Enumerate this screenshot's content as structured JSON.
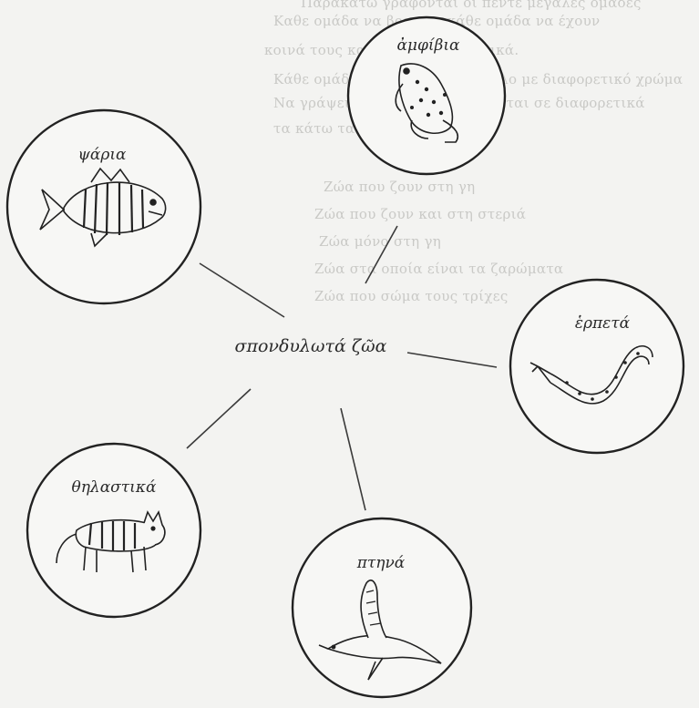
{
  "center_label": "σπονδυλωτά ζῶα",
  "groups": [
    {
      "id": "fish",
      "label": "ψάρια",
      "icon": "fish-icon"
    },
    {
      "id": "amphibians",
      "label": "ἀμφίβια",
      "icon": "frog-icon"
    },
    {
      "id": "reptiles",
      "label": "ἑρπετά",
      "icon": "snake-icon"
    },
    {
      "id": "birds",
      "label": "πτηνά",
      "icon": "bird-icon"
    },
    {
      "id": "mammals",
      "label": "θηλαστικά",
      "icon": "cat-icon"
    }
  ],
  "background_text": [
    "Παρακάτω γράφονται οι πέντε μεγάλες ομάδες",
    "Καθε ομάδα να βρεις οι κάθε ομάδα να έχουν",
    "κοινά τους και τα χαρακτηριστικά.",
    "Κάθε ομάδα να της μαζί σε κύκλο με διαφορετικό χρώμα",
    "Να γράψεις τα ζώα που βρίσκονται σε διαφορετικά",
    "τα κάτω τα μέρη τους",
    "Ζώα που ζουν στη γη",
    "Ζώα που ζουν και στη στεριά",
    "Ζώα μόνο στη γη",
    "Ζώα στα οποία είναι τα ζαρώματα",
    "Ζώα που σώμα τους τρίχες"
  ],
  "colors": {
    "ink": "#2a2a2a",
    "paper": "#f3f3f1",
    "faint": "#c9c9c6"
  }
}
